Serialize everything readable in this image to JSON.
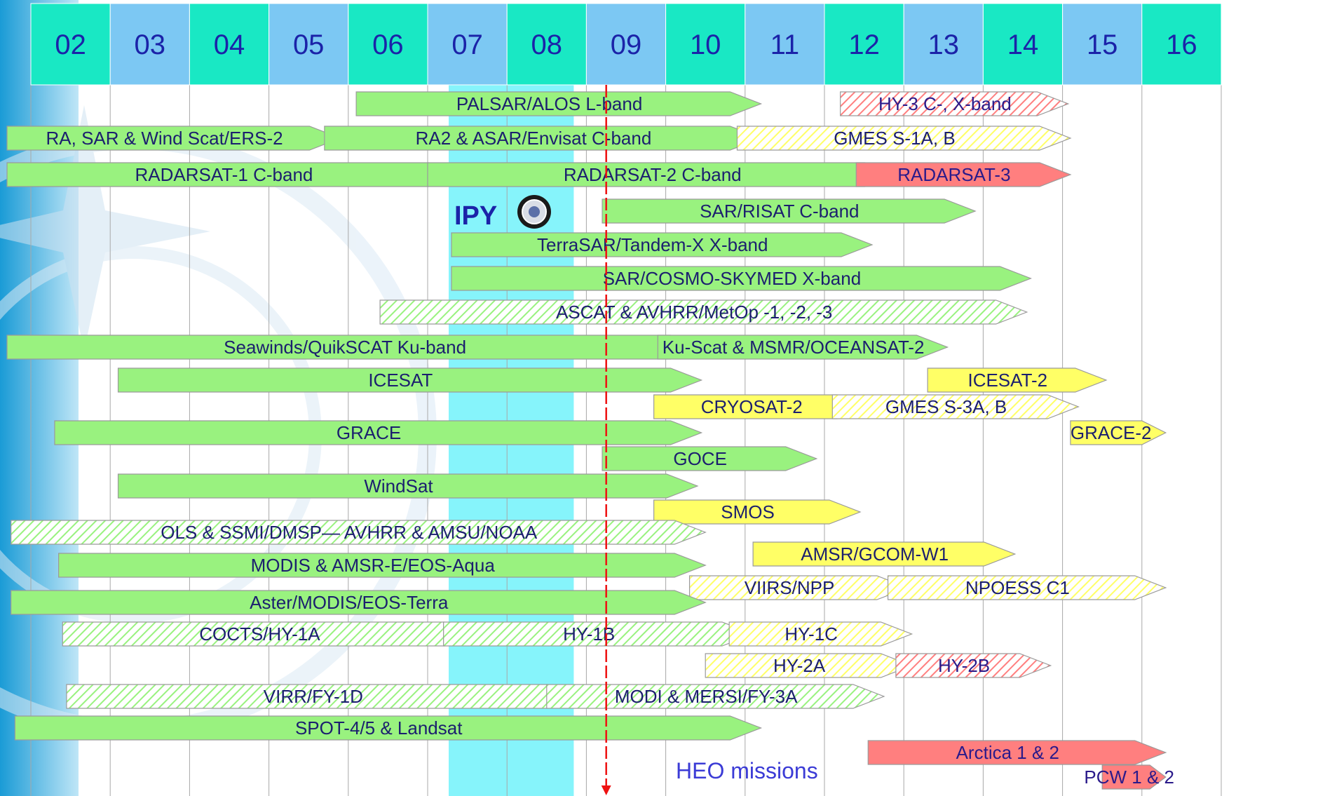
{
  "chart_data": {
    "type": "gantt",
    "years": [
      "02",
      "03",
      "04",
      "05",
      "06",
      "07",
      "08",
      "09",
      "10",
      "11",
      "12",
      "13",
      "14",
      "15",
      "16"
    ],
    "ipy_label": "IPY",
    "ipy_span": [
      7.0,
      9.0
    ],
    "current_marker_year": 9.25,
    "heo_label": "HEO missions",
    "legend_colors": {
      "green": "#99f27f",
      "yellow": "#ffff66",
      "red": "#ff7f7f",
      "hatch_red_bg": "#ffb3b3"
    },
    "rows": [
      {
        "bars": [
          {
            "label": "PALSAR/ALOS L-band",
            "start": 6.1,
            "end": 11.2,
            "fill": "green"
          },
          {
            "label": "HY-3 C-, X-band",
            "start": 12.2,
            "end": 15.07,
            "fill": "hatch-red"
          }
        ]
      },
      {
        "bars": [
          {
            "label": "RA, SAR & Wind Scat/ERS-2",
            "start": 1.7,
            "end": 5.9,
            "fill": "green"
          },
          {
            "label": "RA2 & ASAR/Envisat C-band",
            "start": 5.7,
            "end": 11.2,
            "fill": "green"
          },
          {
            "label": "GMES S-1A, B",
            "start": 10.9,
            "end": 15.1,
            "fill": "hatch-yellow"
          }
        ]
      },
      {
        "bars": [
          {
            "label": "RADARSAT-1 C-band",
            "start": 1.7,
            "end": 7.4,
            "fill": "green"
          },
          {
            "label": "RADARSAT-2 C-band",
            "start": 7.0,
            "end": 12.9,
            "fill": "green"
          },
          {
            "label": "RADARSAT-3",
            "start": 12.4,
            "end": 15.1,
            "fill": "red"
          }
        ]
      },
      {
        "bars": [
          {
            "label": "SAR/RISAT C-band",
            "start": 9.2,
            "end": 13.9,
            "fill": "green"
          }
        ]
      },
      {
        "bars": [
          {
            "label": "TerraSAR/Tandem-X  X-band",
            "start": 7.3,
            "end": 12.6,
            "fill": "green"
          }
        ]
      },
      {
        "bars": [
          {
            "label": "SAR/COSMO-SKYMED X-band",
            "start": 7.3,
            "end": 14.6,
            "fill": "green"
          }
        ]
      },
      {
        "bars": [
          {
            "label": "ASCAT & AVHRR/MetOp -1, -2, -3",
            "start": 6.4,
            "end": 14.55,
            "fill": "hatch-green"
          }
        ]
      },
      {
        "bars": [
          {
            "label": "Seawinds/QuikSCAT Ku-band",
            "start": 1.7,
            "end": 10.45,
            "fill": "green"
          },
          {
            "label": "Ku-Scat & MSMR/OCEANSAT-2",
            "start": 9.9,
            "end": 13.55,
            "fill": "green"
          }
        ]
      },
      {
        "bars": [
          {
            "label": "ICESAT",
            "start": 3.1,
            "end": 10.45,
            "fill": "green"
          },
          {
            "label": "ICESAT-2",
            "start": 13.3,
            "end": 15.55,
            "fill": "yellow"
          }
        ]
      },
      {
        "bars": [
          {
            "label": "CRYOSAT-2",
            "start": 9.85,
            "end": 12.55,
            "fill": "yellow"
          },
          {
            "label": "GMES S-3A, B",
            "start": 12.1,
            "end": 15.2,
            "fill": "hatch-yellow"
          }
        ]
      },
      {
        "bars": [
          {
            "label": "GRACE",
            "start": 2.3,
            "end": 10.45,
            "fill": "green"
          },
          {
            "label": "GRACE-2",
            "start": 15.1,
            "end": 16.3,
            "fill": "yellow"
          }
        ]
      },
      {
        "bars": [
          {
            "label": "GOCE",
            "start": 9.2,
            "end": 11.9,
            "fill": "green"
          }
        ]
      },
      {
        "bars": [
          {
            "label": "WindSat",
            "start": 3.1,
            "end": 10.4,
            "fill": "green"
          }
        ]
      },
      {
        "bars": [
          {
            "label": "SMOS",
            "start": 9.85,
            "end": 12.45,
            "fill": "yellow"
          }
        ]
      },
      {
        "bars": [
          {
            "label": "OLS & SSMI/DMSP— AVHRR & AMSU/NOAA",
            "start": 1.75,
            "end": 10.5,
            "fill": "hatch-green"
          }
        ]
      },
      {
        "bars": [
          {
            "label": "AMSR/GCOM-W1",
            "start": 11.1,
            "end": 14.4,
            "fill": "yellow"
          }
        ]
      },
      {
        "bars": [
          {
            "label": "MODIS & AMSR-E/EOS-Aqua",
            "start": 2.35,
            "end": 10.5,
            "fill": "green"
          }
        ]
      },
      {
        "bars": [
          {
            "label": "VIIRS/NPP",
            "start": 10.3,
            "end": 13.05,
            "fill": "hatch-yellow"
          },
          {
            "label": "NPOESS C1",
            "start": 12.8,
            "end": 16.3,
            "fill": "hatch-yellow"
          }
        ]
      },
      {
        "bars": [
          {
            "label": "Aster/MODIS/EOS-Terra",
            "start": 1.75,
            "end": 10.5,
            "fill": "green"
          }
        ]
      },
      {
        "bars": [
          {
            "label": "COCTS/HY-1A",
            "start": 2.4,
            "end": 7.6,
            "fill": "hatch-green"
          },
          {
            "label": "HY-1B",
            "start": 7.2,
            "end": 11.1,
            "fill": "hatch-green"
          },
          {
            "label": "HY-1C",
            "start": 10.8,
            "end": 13.1,
            "fill": "hatch-yellow"
          }
        ]
      },
      {
        "bars": [
          {
            "label": "HY-2A",
            "start": 10.5,
            "end": 13.1,
            "fill": "hatch-yellow"
          },
          {
            "label": "HY-2B",
            "start": 12.9,
            "end": 14.85,
            "fill": "hatch-red"
          }
        ]
      },
      {
        "bars": [
          {
            "label": "VIRR/FY-1D",
            "start": 2.45,
            "end": 8.9,
            "fill": "hatch-green"
          },
          {
            "label": "MODI & MERSI/FY-3A",
            "start": 8.5,
            "end": 12.75,
            "fill": "hatch-green"
          }
        ]
      },
      {
        "bars": [
          {
            "label": "SPOT-4/5 & Landsat",
            "start": 1.8,
            "end": 11.2,
            "fill": "green"
          }
        ]
      },
      {
        "bars": [
          {
            "label": "Arctica 1 & 2",
            "start": 12.55,
            "end": 16.3,
            "fill": "red"
          }
        ]
      },
      {
        "bars": [
          {
            "label": "PCW 1 & 2",
            "start": 15.5,
            "end": 16.3,
            "fill": "red"
          }
        ]
      }
    ]
  }
}
